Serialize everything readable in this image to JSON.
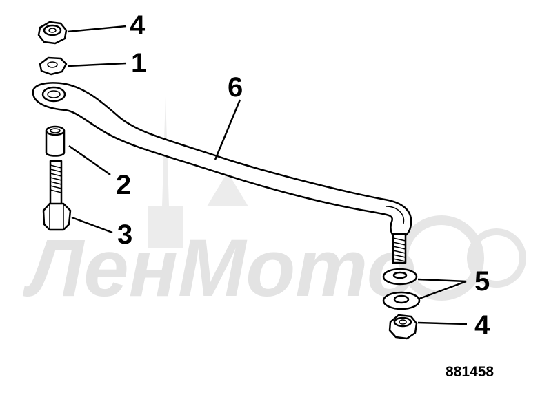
{
  "watermark": {
    "text": "ЛенМото"
  },
  "callouts": {
    "nut_top": "4",
    "nut_upper_small": "1",
    "sleeve": "2",
    "bolt": "3",
    "tie_rod": "6",
    "washers": "5",
    "nut_bottom": "4"
  },
  "part_number": "881458"
}
